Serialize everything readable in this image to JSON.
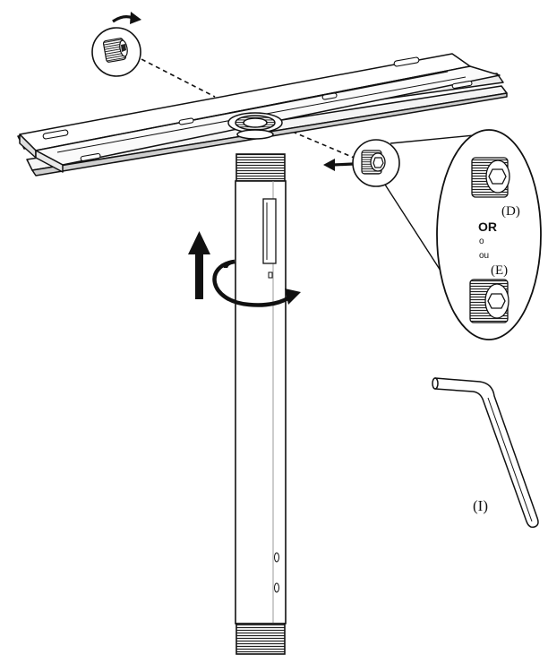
{
  "labels": {
    "screw_d": "(D)",
    "or_en": "OR",
    "or_fr_1": "o",
    "or_fr_2": "ou",
    "screw_e": "(E)",
    "allen_key": "(I)"
  },
  "icons": {
    "rotate_arrow": "rotate-arrow-icon",
    "up_arrow": "up-arrow-icon",
    "direction_arrow": "direction-arrow-icon"
  },
  "colors": {
    "line": "#111111",
    "fill": "#ffffff",
    "shade": "#e6e6e6"
  }
}
